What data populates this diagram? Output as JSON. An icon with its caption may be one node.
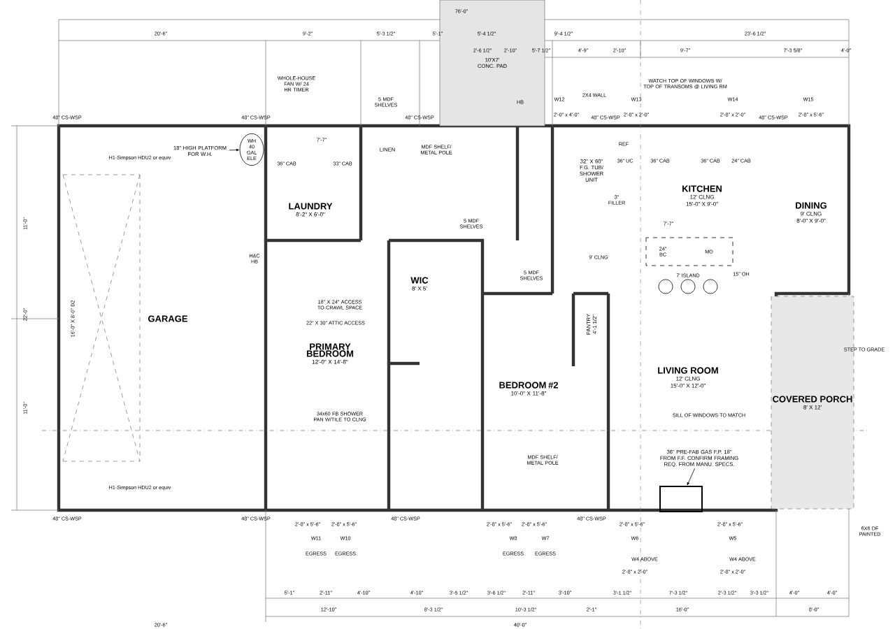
{
  "diagram": {
    "nodes": [
      {
        "text": [
          "GARAGE"
        ]
      },
      {
        "text": [
          "LAUNDRY",
          "8'-2\" X 6'-0\""
        ]
      },
      {
        "text": [
          "LINEN"
        ]
      },
      {
        "text": [
          "10'X7' CONC. PAD"
        ]
      },
      {
        "text": [
          "32\" X 60\" F.G. TUB/ SHOWER UNIT"
        ]
      },
      {
        "text": [
          "KITCHEN",
          "12' CLNG",
          "15'-0\" X 9'-0\""
        ]
      },
      {
        "text": [
          "DINING",
          "9' CLNG",
          "8'-0\" X 9'-0\""
        ]
      },
      {
        "text": [
          "WIC",
          "8' X 5'"
        ]
      },
      {
        "text": [
          "PRIMARY BEDROOM",
          "12'-0\" X 14'-8\""
        ]
      },
      {
        "text": [
          "PANTRY",
          "4'-1 1/2\""
        ]
      },
      {
        "text": [
          "BEDROOM #2",
          "10'-0\" X 11'-8\""
        ]
      },
      {
        "text": [
          "LIVING ROOM",
          "12' CLNG",
          "15'-0\" X 12'-0\""
        ]
      },
      {
        "text": [
          "COVERED PORCH",
          "8' X 12'"
        ]
      },
      {
        "text": [
          "18\" HIGH PLATFORM FOR W.H."
        ]
      },
      {
        "text": [
          "WH 40 GAL ELE"
        ]
      },
      {
        "text": [
          "36\" PRE-FAB GAS F.P. 18\" FROM F.F. CONFIRM FRAMING REQ. FROM MANU. SPECS."
        ]
      },
      {
        "text": [],
        "shape": "box"
      }
    ],
    "edges": [
      {
        "from": 13,
        "to": 14,
        "arrow": "to"
      },
      {
        "from": 15,
        "to": 16,
        "arrow": "to"
      }
    ],
    "labels": [
      "76'-0\"",
      "20'-6\"",
      "9'-2\"",
      "5'-3 1/2\"",
      "5'-1\"",
      "5'-4 1/2\"",
      "9'-4 1/2\"",
      "23'-6 1/2\"",
      "2'-6 1/2\"",
      "2'-10\"",
      "5'-7 1/2\"",
      "4'-9\"",
      "2'-10\"",
      "9'-7\"",
      "7'-3 5/8\"",
      "4'-0\"",
      "WHOLE-HOUSE FAN W/ 24 HR TIMER",
      "5 MDF SHELVES",
      "2X4 WALL",
      "WATCH TOP OF WINDOWS W/ TOP OF TRANSOMS @ LIVING RM",
      "W12",
      "W13",
      "W14",
      "W15",
      "HB",
      "48\" CS-WSP",
      "48\" CS-WSP",
      "48\" CS-WSP",
      "2'-0\" x 4'-0\"",
      "48\" CS-WSP",
      "2'-8\" x 2'-0\"",
      "2'-8\" x 2'-0\"",
      "48\" CS-WSP",
      "2'-8\" x 5'-6\"",
      "H1-Simpson HDU2 or equiv",
      "7'-7\"",
      "36\" CAB",
      "33\" CAB",
      "MDF SHELF/ METAL POLE",
      "REF",
      "36\" UC",
      "36\" CAB",
      "36\" CAB",
      "24\" CAB",
      "3\" FILLER",
      "5 MDF SHELVES",
      "H&C HB",
      "7'-7\"",
      "9' CLNG",
      "5 MDF SHELVES",
      "24\" BC",
      "MO",
      "7' ISLAND",
      "15\" OH",
      "18\" X 24\" ACCESS TO CRAWL SPACE",
      "22\" X 30\" ATTIC ACCESS",
      "STEP TO GRADE",
      "16'-0\" X 8'-0\" D2",
      "22'-0\"",
      "11'-0\"",
      "11'-0\"",
      "34x60 FB SHOWER PAN W/TILE TO CLNG",
      "SILL OF WINDOWS TO MATCH",
      "MDF SHELF/ METAL POLE",
      "H1-Simpson HDU2 or equiv",
      "48\" CS-WSP",
      "48\" CS-WSP",
      "48\" CS-WSP",
      "2'-8\" x 5'-6\"",
      "2'-8\" x 5'-6\"",
      "2'-8\" x 5'-6\"",
      "2'-8\" x 5'-6\"",
      "48\" CS-WSP",
      "2'-8\" x 5'-6\"",
      "2'-8\" x 5'-6\"",
      "W11",
      "W10",
      "W8",
      "W7",
      "W6",
      "W5",
      "EGRESS",
      "EGRESS",
      "EGRESS",
      "EGRESS",
      "W4 ABOVE",
      "W4 ABOVE",
      "2'-8\" x 2'-0\"",
      "2'-8\" x 2'-0\"",
      "5'-1\"",
      "2'-11\"",
      "4'-10\"",
      "4'-10\"",
      "3'-5 1/2\"",
      "3'-6 1/2\"",
      "2'-11\"",
      "3'-10\"",
      "3'-1 1/2\"",
      "7'-3 1/2\"",
      "2'-3 1/2\"",
      "3'-3 1/2\"",
      "4'-0\"",
      "4'-0\"",
      "12'-10\"",
      "8'-3 1/2\"",
      "10'-3 1/2\"",
      "2'-1\"",
      "16'-0\"",
      "8'-0\"",
      "20'-6\"",
      "40'-0\"",
      "6X6 DF PAINTED"
    ]
  }
}
